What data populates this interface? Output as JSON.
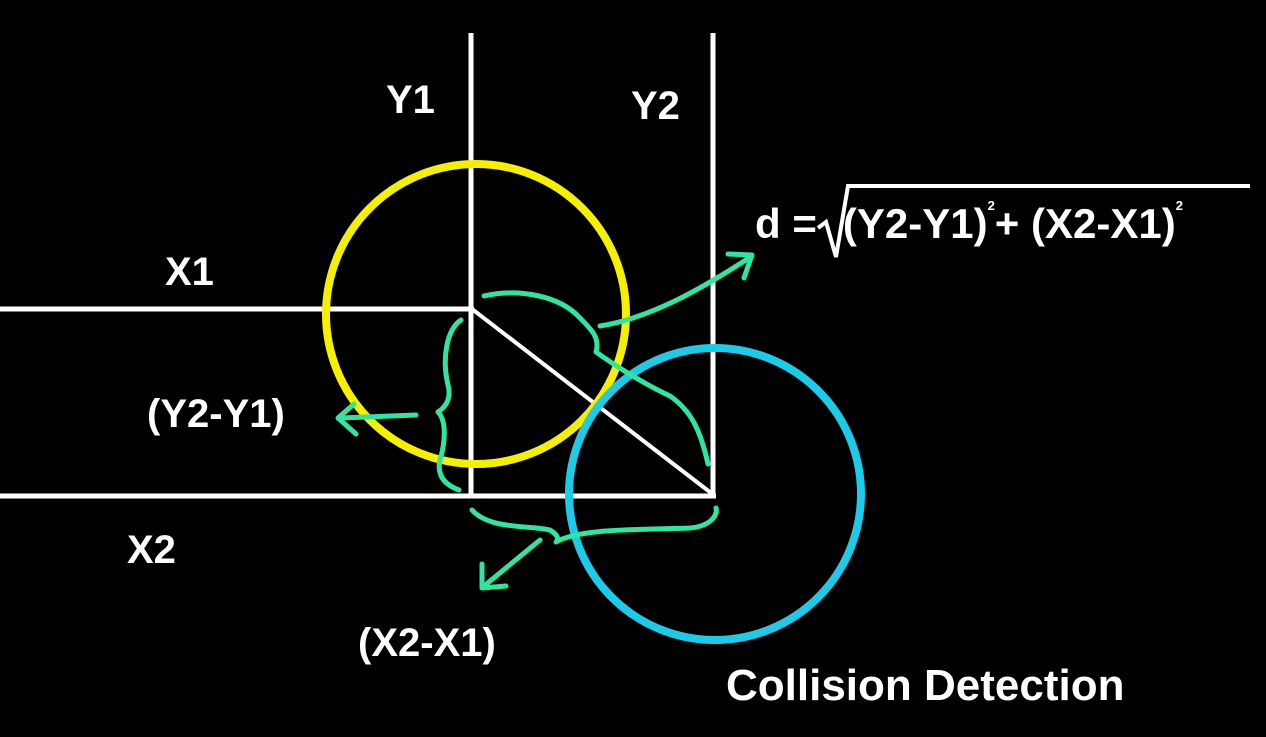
{
  "labels": {
    "y1": "Y1",
    "y2": "Y2",
    "x1": "X1",
    "x2": "X2",
    "delta_y": "(Y2-Y1)",
    "delta_x": "(X2-X1)",
    "caption": "Collision Detection"
  },
  "formula": {
    "lhs": "d =",
    "term1": "(Y2-Y1)",
    "exp1": "2",
    "plus": "+",
    "term2": "(X2-X1)",
    "exp2": "2"
  },
  "colors": {
    "background": "#000000",
    "lines": "#ffffff",
    "circle_1": "#f5f000",
    "circle_2": "#1ccbe8",
    "annotations": "#2ee6a0"
  }
}
